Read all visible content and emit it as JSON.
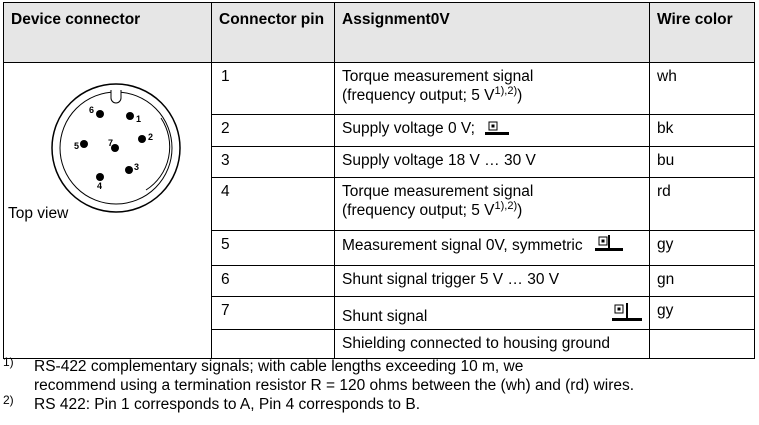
{
  "table": {
    "headers": {
      "device_connector": "Device connector",
      "connector_pin": "Connector pin",
      "assignment": "Assignment0V",
      "wire_color": "Wire color"
    },
    "top_view_label": "Top view",
    "connector_pin_labels": [
      "6",
      "1",
      "2",
      "5",
      "7",
      "3",
      "4"
    ],
    "rows": [
      {
        "pin": "1",
        "assignment_line1": "Torque measurement signal",
        "assignment_line2": "(frequency output; 5 V",
        "sup": "1),2)",
        "assignment_line2_end": ")",
        "wire": "wh"
      },
      {
        "pin": "2",
        "assignment_line1": "Supply voltage 0 V;",
        "wire": "bk",
        "symbol": "ground-symbol"
      },
      {
        "pin": "3",
        "assignment_line1": "Supply voltage 18 V … 30 V",
        "wire": "bu"
      },
      {
        "pin": "4",
        "assignment_line1": "Torque measurement signal",
        "assignment_line2": "(frequency output; 5 V",
        "sup": "1),2)",
        "assignment_line2_end": ")",
        "wire": "rd"
      },
      {
        "pin": "5",
        "assignment_line1": "Measurement signal 0V, symmetric",
        "wire": "gy",
        "symbol": "ground-symbol"
      },
      {
        "pin": "6",
        "assignment_line1": "Shunt signal trigger 5 V … 30 V",
        "wire": "gn"
      },
      {
        "pin": "7",
        "assignment_line1": "Shunt signal",
        "wire": "gy",
        "symbol": "ground-symbol"
      },
      {
        "pin": "",
        "assignment_line1": "Shielding connected to housing ground",
        "wire": ""
      }
    ]
  },
  "footnotes": [
    {
      "mark": "1)",
      "line1": "RS-422 complementary signals; with cable lengths exceeding 10 m, we",
      "line2": "recommend using a termination resistor R = 120 ohms between the (wh) and (rd) wires."
    },
    {
      "mark": "2)",
      "line1": "RS 422: Pin 1 corresponds to A, Pin 4 corresponds to B."
    }
  ]
}
